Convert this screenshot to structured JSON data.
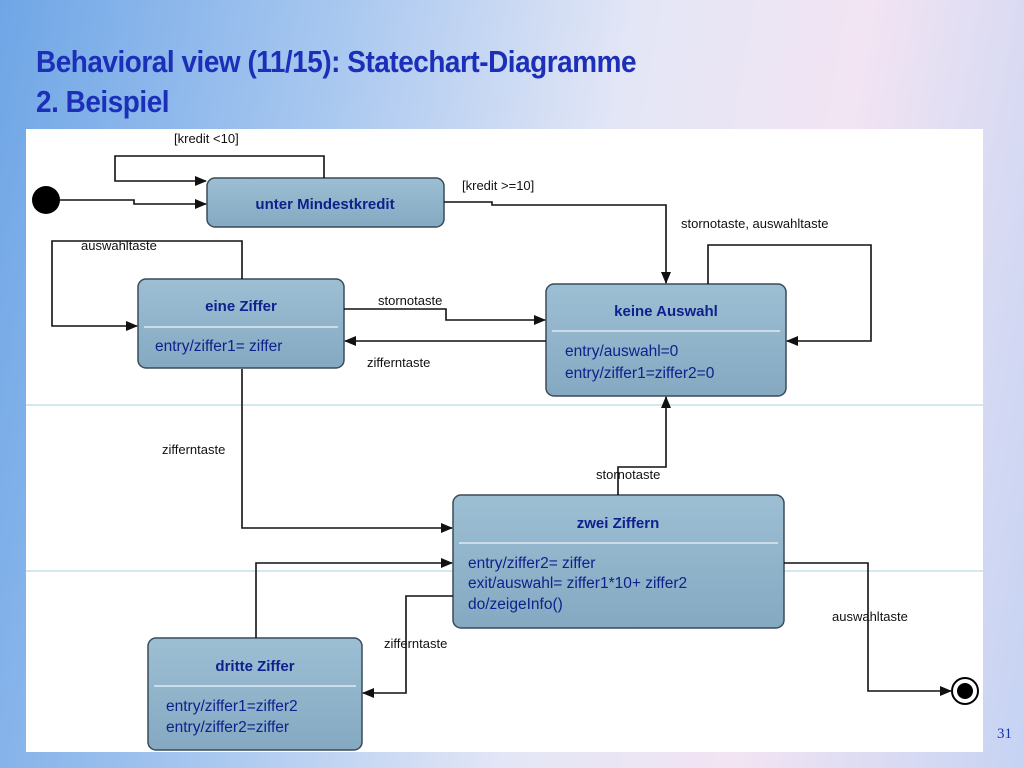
{
  "slide": {
    "title_line1": "Behavioral view (11/15): Statechart-Diagramme",
    "title_line2": "2. Beispiel",
    "page_number": "31"
  },
  "states": {
    "unter": {
      "name": "unter Mindestkredit"
    },
    "eine": {
      "name": "eine Ziffer",
      "activities": [
        "entry/ziffer1= ziffer"
      ]
    },
    "keine": {
      "name": "keine Auswahl",
      "activities": [
        "entry/auswahl=0",
        "entry/ziffer1=ziffer2=0"
      ]
    },
    "zwei": {
      "name": "zwei Ziffern",
      "activities": [
        "entry/ziffer2= ziffer",
        "exit/auswahl= ziffer1*10+ ziffer2",
        "do/zeigeInfo()"
      ]
    },
    "dritte": {
      "name": "dritte Ziffer",
      "activities": [
        "entry/ziffer1=ziffer2",
        "entry/ziffer2=ziffer"
      ]
    }
  },
  "transitions": {
    "kredit_low": "[kredit <10]",
    "kredit_ok": "[kredit >=10]",
    "storno_auswahl": "stornotaste, auswahltaste",
    "auswahl_eine": "auswahltaste",
    "storno_eine": "stornotaste",
    "ziffern_keine": "zifferntaste",
    "ziffern_eine": "zifferntaste",
    "storno_zwei": "stornotaste",
    "ziffern_zwei": "zifferntaste",
    "auswahl_final": "auswahltaste"
  },
  "colors": {
    "title": "#1b2fb8",
    "state_fill": "#8fb3cb",
    "state_border": "#3a4a5a"
  }
}
